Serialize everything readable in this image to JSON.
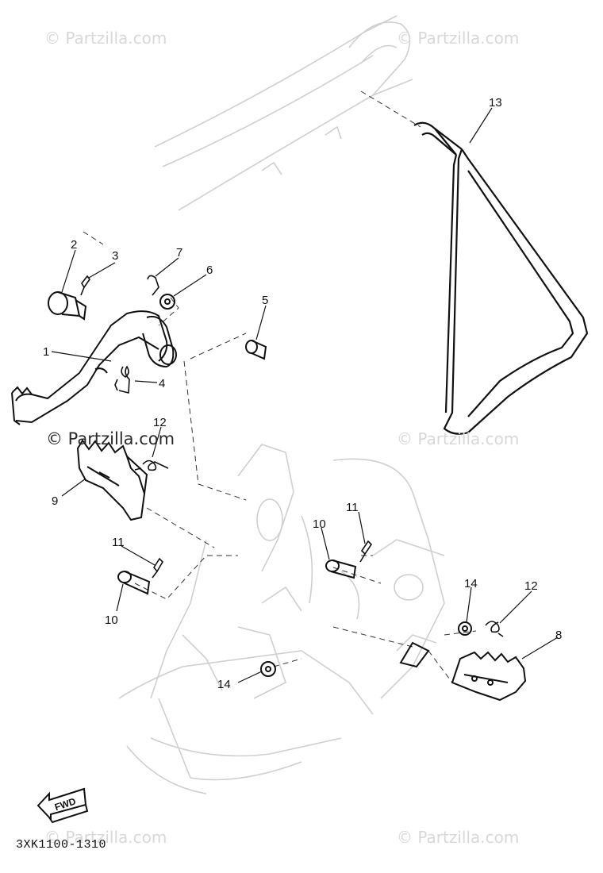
{
  "watermarks": {
    "faint": "© Partzilla.com",
    "main": "© Partzilla.com"
  },
  "drawing_code": "3XK1100-1310",
  "fwd_label": "FWD",
  "callouts": {
    "c1": "1",
    "c2": "2",
    "c3": "3",
    "c4": "4",
    "c5": "5",
    "c6": "6",
    "c7": "7",
    "c8": "8",
    "c9": "9",
    "c10a": "10",
    "c10b": "10",
    "c11a": "11",
    "c11b": "11",
    "c12a": "12",
    "c12b": "12",
    "c13": "13",
    "c14a": "14",
    "c14b": "14"
  }
}
